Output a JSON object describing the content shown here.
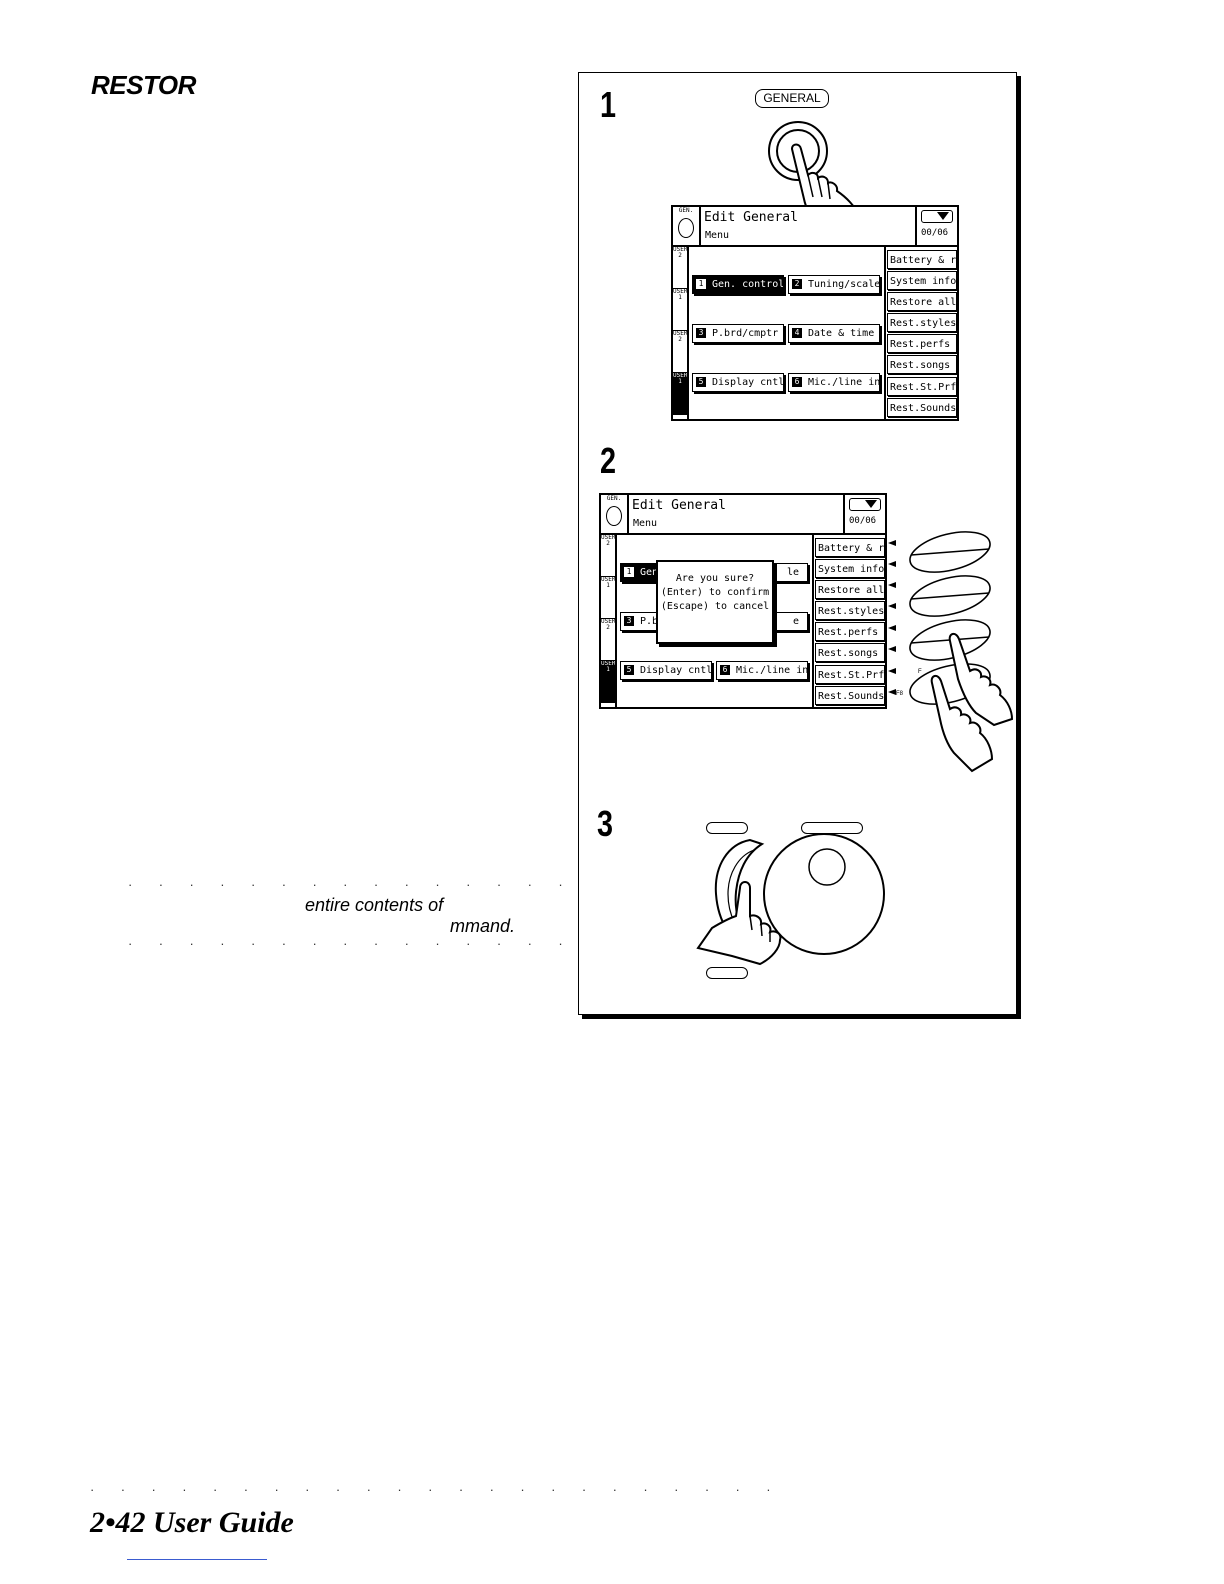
{
  "heading": "RESTOR",
  "note": {
    "dots": "· · · · · · · · · · · · · · · · · · · · ·",
    "line1": "entire contents of",
    "line2": "mmand."
  },
  "footer": {
    "dots": "· · · · · · · · · · · · · · · · · · · · · · ·",
    "title": "2•42  User Guide"
  },
  "figure": {
    "steps": [
      "1",
      "2",
      "3"
    ],
    "general_label": "GENERAL",
    "display": {
      "gen_label": "GEN.",
      "title": "Edit General",
      "subtitle": "Menu",
      "page": "00/06",
      "tabs": [
        "USER 2",
        "USER 1",
        "USER 2",
        "USER 1"
      ],
      "menu_buttons": [
        {
          "num": "1",
          "label": "Gen. controls"
        },
        {
          "num": "2",
          "label": "Tuning/scale"
        },
        {
          "num": "3",
          "label": "P.brd/cmptr"
        },
        {
          "num": "4",
          "label": "Date & time"
        },
        {
          "num": "5",
          "label": "Display cntls"
        },
        {
          "num": "6",
          "label": "Mic./line in"
        }
      ],
      "side_buttons": [
        "Battery & rel.",
        "System info",
        "Restore all",
        "Rest.styles",
        "Rest.perfs",
        "Rest.songs",
        "Rest.St.Prfs",
        "Rest.Sounds"
      ],
      "screen2_partial": {
        "b1": "Gen",
        "b2": "le",
        "b3": "P.b",
        "b4": "e"
      }
    },
    "dialog": {
      "line1": "Are you sure?",
      "line2": "(Enter) to confirm",
      "line3": "(Escape) to cancel"
    },
    "fkeys": {
      "f7": "F",
      "f8": "F8"
    }
  }
}
